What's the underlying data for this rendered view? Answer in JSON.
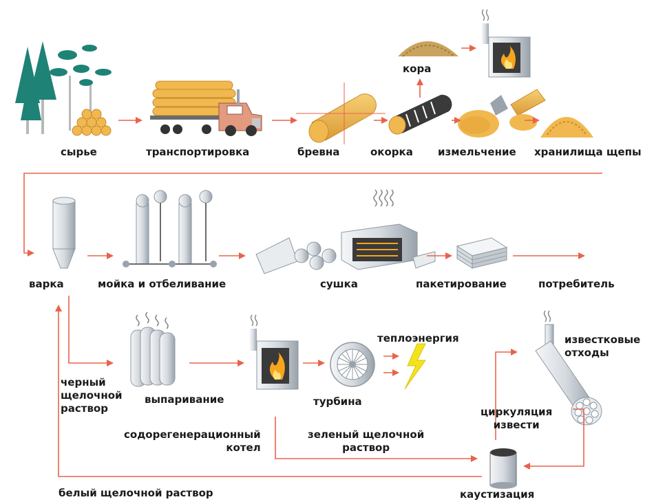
{
  "colors": {
    "arrow": "#e8634a",
    "wood": "#f0b84e",
    "wood_dark": "#c9892a",
    "tree": "#1f8276",
    "trunk": "#b8b8b8",
    "metal": "#d8dde2",
    "fire": "#f7a51d",
    "bolt": "#f4e21b",
    "truck_cab": "#e39a7e"
  },
  "stages": {
    "raw": "сырье",
    "transport": "транспортировка",
    "logs": "бревна",
    "debarking": "окорка",
    "bark": "кора",
    "chipping": "измельчение",
    "chip_storage": "хранилища щепы",
    "cooking": "варка",
    "washing": "мойка и отбеливание",
    "drying": "сушка",
    "packing": "пакетирование",
    "consumer": "потребитель",
    "black_liquor": "черный\nщелочной\nраствор",
    "evaporation": "выпаривание",
    "recovery_boiler": "содорегенерационный\nкотел",
    "turbine": "турбина",
    "heat_energy": "теплоэнергия",
    "green_liquor": "зеленый  щелочной\nраствор",
    "lime_waste": "известковые\nотходы",
    "lime_circulation": "циркуляция\nизвести",
    "causticizing": "каустизация",
    "white_liquor": "белый щелочной раствор"
  }
}
